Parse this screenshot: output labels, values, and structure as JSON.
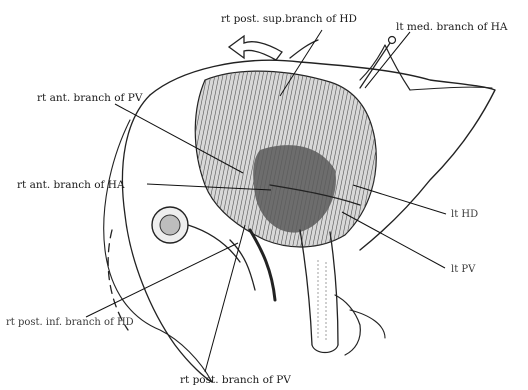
{
  "labels": {
    "rt_post_sup_branch_hd": "rt post. sup.branch of HD",
    "lt_med_branch_ha": "lt med. branch of HA",
    "rt_ant_branch_pv": "rt ant. branch of PV",
    "rt_ant_branch_ha": "rt ant. branch of HA",
    "lt_hd": "lt HD",
    "lt_pv": "lt PV",
    "rt_post_inf_branch_hd": "rt post. inf. branch of HD",
    "rt_post_branch_pv": "rt post. branch of PV"
  },
  "colors": {
    "ink": "#222222",
    "background": "#ffffff",
    "shading": "#6a6a6a"
  }
}
